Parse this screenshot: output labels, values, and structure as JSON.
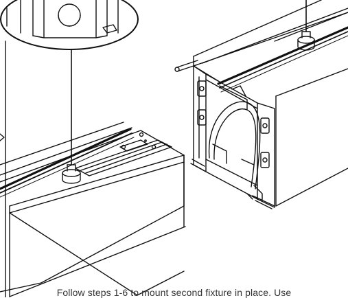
{
  "document": {
    "caption": "Follow steps 1-6 to mount second fixture in place. Use"
  },
  "illustration": {
    "figure_1_name": "detail-magnifier",
    "figure_2_name": "left-fixture-housing",
    "figure_3_name": "right-fixture-open-end"
  }
}
